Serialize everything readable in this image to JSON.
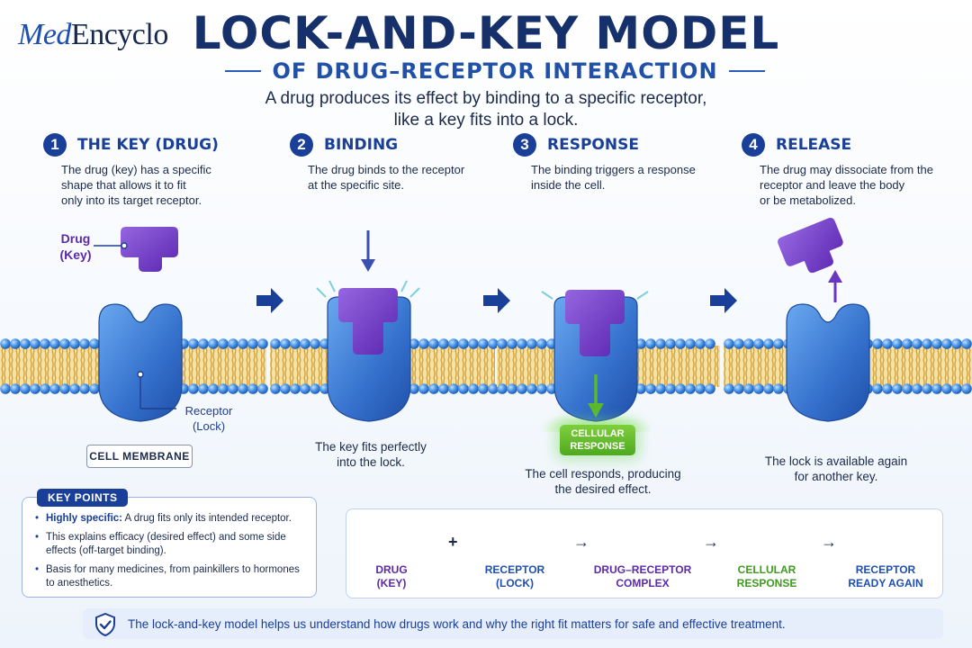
{
  "brand": {
    "logo_med": "Med",
    "logo_rest": "Encyclo"
  },
  "header": {
    "title": "LOCK-AND-KEY MODEL",
    "subtitle": "OF DRUG–RECEPTOR INTERACTION",
    "intro_line1": "A drug produces its effect by binding to a specific receptor,",
    "intro_line2": "like a key fits into a lock."
  },
  "steps": [
    {
      "number": "1",
      "title": "THE KEY (DRUG)",
      "desc": [
        "The drug (key) has a specific",
        "shape that allows it to fit",
        "only into its target receptor."
      ]
    },
    {
      "number": "2",
      "title": "BINDING",
      "desc": [
        "The drug binds to the receptor",
        "at the specific site."
      ]
    },
    {
      "number": "3",
      "title": "RESPONSE",
      "desc": [
        "The binding triggers a response",
        "inside the cell."
      ]
    },
    {
      "number": "4",
      "title": "RELEASE",
      "desc": [
        "The drug may dissociate from the",
        "receptor and leave the body",
        "or be metabolized."
      ]
    }
  ],
  "labels": {
    "drug_line1": "Drug",
    "drug_line2": "(Key)",
    "receptor_line1": "Receptor",
    "receptor_line2": "(Lock)",
    "cell_membrane": "CELL MEMBRANE",
    "cellular_response_line1": "CELLULAR",
    "cellular_response_line2": "RESPONSE"
  },
  "captions": {
    "step2": [
      "The key fits perfectly",
      "into the lock."
    ],
    "step3": [
      "The cell responds, producing",
      "the desired effect."
    ],
    "step4": [
      "The lock is available again",
      "for another key."
    ]
  },
  "key_points": {
    "title": "KEY POINTS",
    "items": [
      {
        "strong": "Highly specific:",
        "text": " A drug fits only its intended receptor."
      },
      {
        "strong": "",
        "text": "This explains efficacy (desired effect) and some side effects (off-target binding)."
      },
      {
        "strong": "",
        "text": "Basis for many medicines, from painkillers to hormones to anesthetics."
      }
    ]
  },
  "flow": {
    "items": [
      {
        "line1": "DRUG",
        "line2": "(KEY)",
        "color": "#5b2aa8"
      },
      {
        "line1": "RECEPTOR",
        "line2": "(LOCK)",
        "color": "#1f4fae"
      },
      {
        "line1": "DRUG–RECEPTOR",
        "line2": "COMPLEX",
        "color": "#5b2aa8"
      },
      {
        "line1": "CELLULAR",
        "line2": "RESPONSE",
        "color": "#3f9a1e"
      },
      {
        "line1": "RECEPTOR",
        "line2": "READY AGAIN",
        "color": "#1f4fae"
      }
    ],
    "operators": [
      "+",
      "→",
      "→",
      "→"
    ]
  },
  "footer": {
    "text": "The lock-and-key model helps us understand how drugs work and why the right fit matters for safe and effective treatment."
  },
  "colors": {
    "navy": "#16306c",
    "accent_blue": "#1a3f99",
    "drug_purple": "#6a35c0",
    "receptor_blue": "#3f7fd8",
    "response_green": "#5ab82a"
  },
  "icons": [
    "arrow-right-icon",
    "shield-check-icon"
  ]
}
